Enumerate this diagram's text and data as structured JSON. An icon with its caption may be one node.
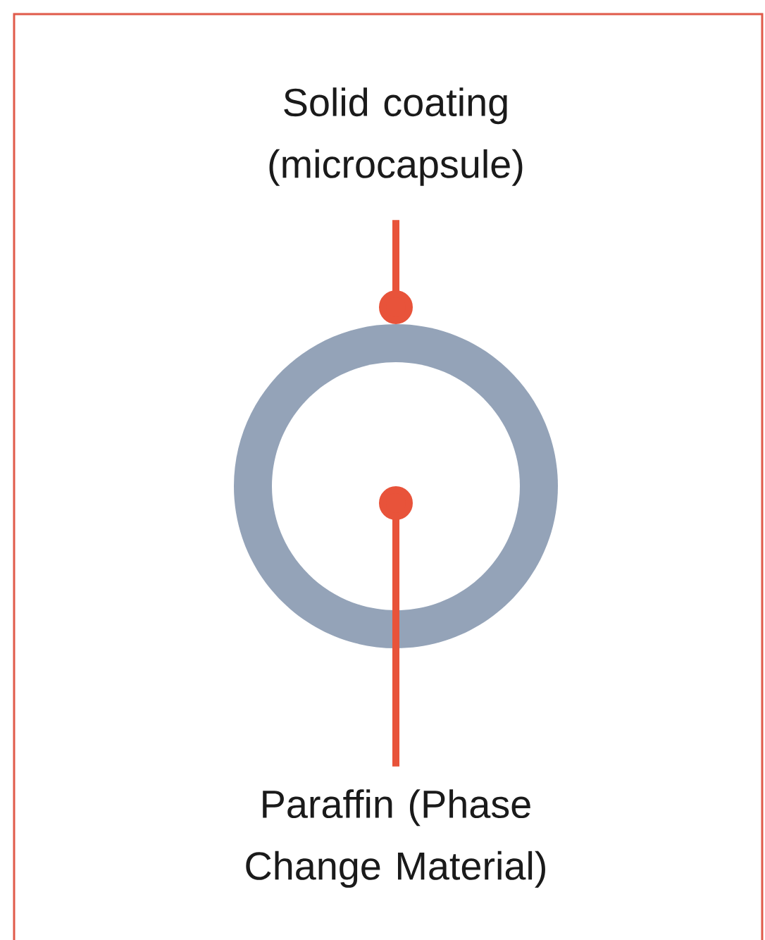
{
  "diagram": {
    "nodes": [
      {
        "text": [
          "Solid coating (microcapsule)"
        ]
      },
      {
        "text": [],
        "shape": "circle"
      },
      {
        "text": [
          "Paraffin (Phase Change Material)"
        ]
      },
      {
        "text": [],
        "shape": "circle",
        "in": 1
      }
    ],
    "edges": [
      {
        "from": 0,
        "to": 1,
        "arrow": "other"
      },
      {
        "from": 2,
        "to": 3,
        "arrow": "other"
      }
    ]
  }
}
